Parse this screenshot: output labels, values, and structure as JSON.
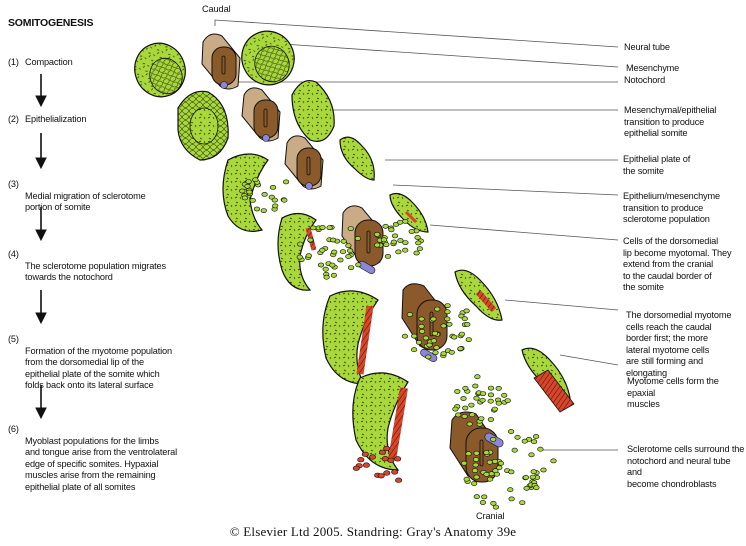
{
  "title": "SOMITOGENESIS",
  "orientation": {
    "top": "Caudal",
    "bottom": "Cranial"
  },
  "steps": [
    {
      "num": "(1)",
      "text": "Compaction"
    },
    {
      "num": "(2)",
      "text": "Epithelialization"
    },
    {
      "num": "(3)",
      "text": "Medial migration of sclerotome\nportion of somite"
    },
    {
      "num": "(4)",
      "text": "The sclerotome population migrates\ntowards the notochord"
    },
    {
      "num": "(5)",
      "text": "Formation of the myotome population\nfrom the dorsomedial lip of the\nepithelial plate of the somite which\nfolds back onto its lateral surface"
    },
    {
      "num": "(6)",
      "text": "Myoblast populations for the limbs\nand tongue arise from the ventrolateral\nedge of specific somites.  Hypaxial\nmuscles arise from the remaining\nepithelial plate of all somites"
    }
  ],
  "labels": [
    {
      "text": "Neural tube"
    },
    {
      "text": "Mesenchyme"
    },
    {
      "text": "Notochord"
    },
    {
      "text": "Mesenchymal/epithelial\ntransition to produce\nepithelial somite"
    },
    {
      "text": "Epithelial plate of\nthe somite"
    },
    {
      "text": "Epithelium/mesenchyme\ntransition to produce\nsclerotome population"
    },
    {
      "text": "Cells of the dorsomedial\nlip become myotomal.  They\nextend from the cranial\nto the caudal border of\nthe somite"
    },
    {
      "text": "The dorsomedial myotome\ncells reach the caudal\nborder first; the more\nlateral myotome cells\nare still forming and\nelongating"
    },
    {
      "text": "Myotome cells form the epaxial\nmuscles"
    },
    {
      "text": "Sclerotome cells surround the\nnotochord and neural tube and\nbecome chondroblasts"
    }
  ],
  "caption": "© Elsevier Ltd 2005. Standring: Gray's Anatomy 39e",
  "colors": {
    "somite_green": "#a8d83a",
    "neural_tube_brown": "#8a5a2b",
    "neural_tube_tan": "#c9ab86",
    "notochord_purple": "#8c86d6",
    "myotome_red": "#d8452a",
    "leader_line": "#555555"
  }
}
